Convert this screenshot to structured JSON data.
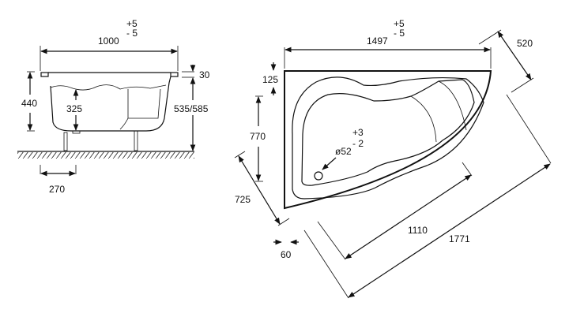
{
  "side_view": {
    "width_label": "1000",
    "width_tol_plus": "+5",
    "width_tol_minus": "- 5",
    "rim_label": "30",
    "depth_label": "440",
    "water_depth_label": "325",
    "height_label": "535/585",
    "leg_offset_label": "270"
  },
  "top_view": {
    "length_label": "1497",
    "length_tol_plus": "+5",
    "length_tol_minus": "- 5",
    "rim_label": "125",
    "inner_width_label": "770",
    "corner_label": "725",
    "diag_width_label": "520",
    "inner_diag_label": "1110",
    "outer_diag_label": "1771",
    "offset_label": "60",
    "drain_label": "ø52",
    "drain_tol_plus": "+3",
    "drain_tol_minus": "- 2"
  }
}
